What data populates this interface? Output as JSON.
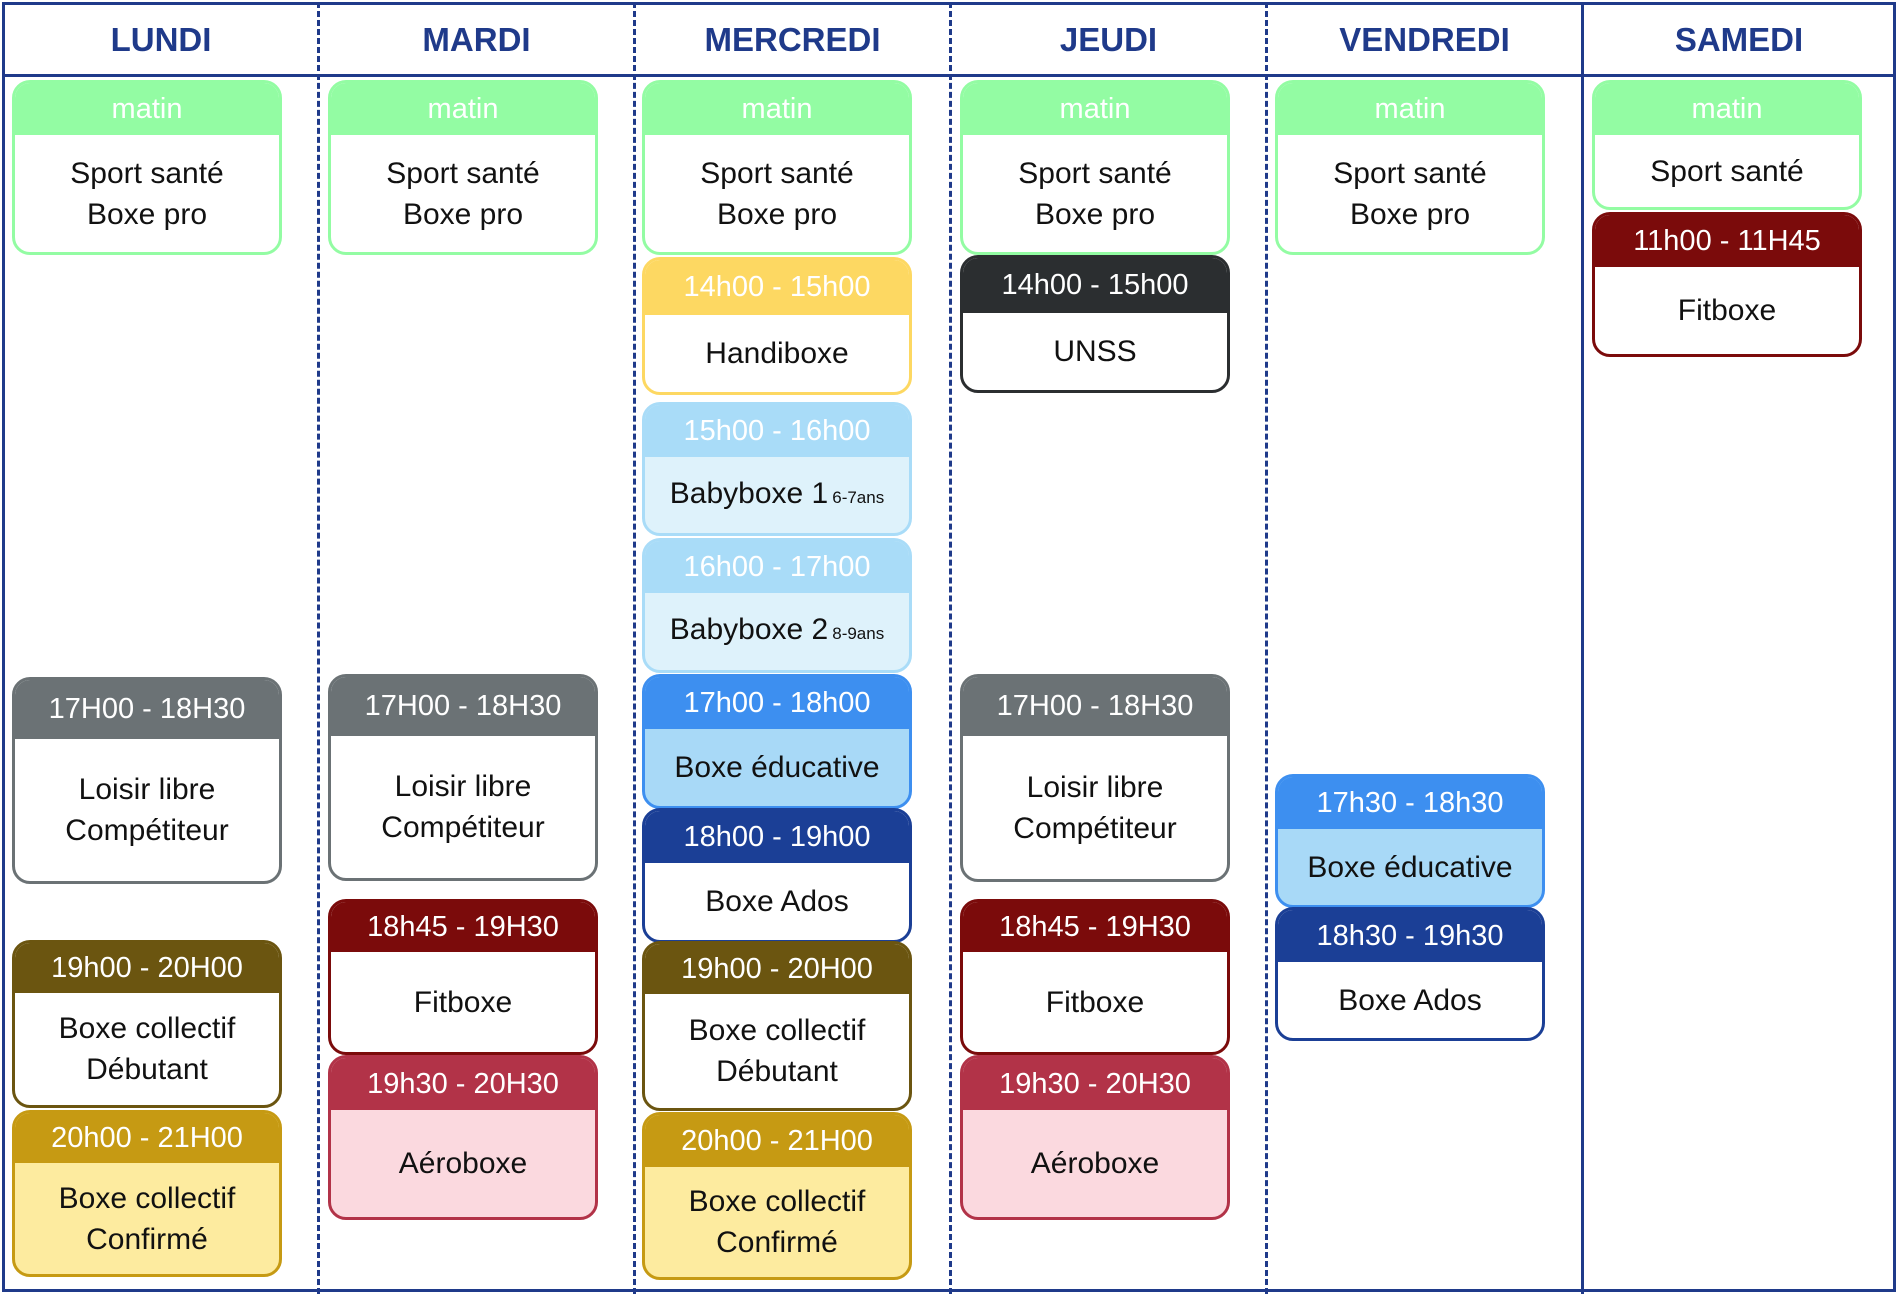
{
  "days": [
    "LUNDI",
    "MARDI",
    "MERCREDI",
    "JEUDI",
    "VENDREDI",
    "SAMEDI"
  ],
  "palette": {
    "border_blue": "#1f3a8a",
    "matin": {
      "head": "#93fca3",
      "body": "#ffffff",
      "border": "#93fca3"
    },
    "grey": {
      "head": "#6b7275",
      "body": "#ffffff",
      "border": "#6b7275"
    },
    "olive": {
      "head": "#6b5510",
      "body": "#ffffff",
      "border": "#6b5510"
    },
    "gold": {
      "head": "#c69a13",
      "body": "#fdeb9f",
      "border": "#c69a13"
    },
    "darkred": {
      "head": "#7b0b0b",
      "body": "#ffffff",
      "border": "#7b0b0b"
    },
    "rose": {
      "head": "#b23348",
      "body": "#fbd9df",
      "border": "#b23348"
    },
    "yellow": {
      "head": "#fdd862",
      "body": "#ffffff",
      "border": "#fdd862"
    },
    "lightblue": {
      "head": "#a9dcf8",
      "body": "#def2fb",
      "border": "#a9dcf8"
    },
    "blue": {
      "head": "#3d8ff0",
      "body": "#a8d9f7",
      "border": "#3d8ff0"
    },
    "navy": {
      "head": "#1b3f96",
      "body": "#ffffff",
      "border": "#1b3f96"
    },
    "black": {
      "head": "#2b2e30",
      "body": "#ffffff",
      "border": "#2b2e30"
    }
  },
  "sessions": [
    {
      "day": "LUNDI",
      "color": "matin",
      "time": "matin",
      "lines": [
        "Sport santé",
        "Boxe pro"
      ]
    },
    {
      "day": "LUNDI",
      "color": "grey",
      "time": "17H00 - 18H30",
      "lines": [
        "Loisir libre",
        "Compétiteur"
      ]
    },
    {
      "day": "LUNDI",
      "color": "olive",
      "time": "19h00 - 20H00",
      "lines": [
        "Boxe collectif",
        "Débutant"
      ]
    },
    {
      "day": "LUNDI",
      "color": "gold",
      "time": "20h00 - 21H00",
      "lines": [
        "Boxe collectif",
        "Confirmé"
      ]
    },
    {
      "day": "MARDI",
      "color": "matin",
      "time": "matin",
      "lines": [
        "Sport santé",
        "Boxe pro"
      ]
    },
    {
      "day": "MARDI",
      "color": "grey",
      "time": "17H00 - 18H30",
      "lines": [
        "Loisir libre",
        "Compétiteur"
      ]
    },
    {
      "day": "MARDI",
      "color": "darkred",
      "time": "18h45 - 19H30",
      "lines": [
        "Fitboxe"
      ]
    },
    {
      "day": "MARDI",
      "color": "rose",
      "time": "19h30 - 20H30",
      "lines": [
        "Aéroboxe"
      ]
    },
    {
      "day": "MERCREDI",
      "color": "matin",
      "time": "matin",
      "lines": [
        "Sport santé",
        "Boxe pro"
      ]
    },
    {
      "day": "MERCREDI",
      "color": "yellow",
      "time": "14h00 - 15h00",
      "lines": [
        "Handiboxe"
      ]
    },
    {
      "day": "MERCREDI",
      "color": "lightblue",
      "time": "15h00 - 16h00",
      "lines": [
        "Babyboxe 1"
      ],
      "note": "6-7ans"
    },
    {
      "day": "MERCREDI",
      "color": "lightblue",
      "time": "16h00 - 17h00",
      "lines": [
        "Babyboxe 2"
      ],
      "note": "8-9ans"
    },
    {
      "day": "MERCREDI",
      "color": "blue",
      "time": "17h00 - 18h00",
      "lines": [
        "Boxe éducative"
      ]
    },
    {
      "day": "MERCREDI",
      "color": "navy",
      "time": "18h00 - 19h00",
      "lines": [
        "Boxe Ados"
      ]
    },
    {
      "day": "MERCREDI",
      "color": "olive",
      "time": "19h00 - 20H00",
      "lines": [
        "Boxe collectif",
        "Débutant"
      ]
    },
    {
      "day": "MERCREDI",
      "color": "gold",
      "time": "20h00 - 21H00",
      "lines": [
        "Boxe collectif",
        "Confirmé"
      ]
    },
    {
      "day": "JEUDI",
      "color": "matin",
      "time": "matin",
      "lines": [
        "Sport santé",
        "Boxe pro"
      ]
    },
    {
      "day": "JEUDI",
      "color": "black",
      "time": "14h00 - 15h00",
      "lines": [
        "UNSS"
      ]
    },
    {
      "day": "JEUDI",
      "color": "grey",
      "time": "17H00 - 18H30",
      "lines": [
        "Loisir libre",
        "Compétiteur"
      ]
    },
    {
      "day": "JEUDI",
      "color": "darkred",
      "time": "18h45 - 19H30",
      "lines": [
        "Fitboxe"
      ]
    },
    {
      "day": "JEUDI",
      "color": "rose",
      "time": "19h30 - 20H30",
      "lines": [
        "Aéroboxe"
      ]
    },
    {
      "day": "VENDREDI",
      "color": "matin",
      "time": "matin",
      "lines": [
        "Sport santé",
        "Boxe pro"
      ]
    },
    {
      "day": "VENDREDI",
      "color": "blue",
      "time": "17h30 - 18h30",
      "lines": [
        "Boxe éducative"
      ]
    },
    {
      "day": "VENDREDI",
      "color": "navy",
      "time": "18h30 - 19h30",
      "lines": [
        "Boxe Ados"
      ]
    },
    {
      "day": "SAMEDI",
      "color": "matin",
      "time": "matin",
      "lines": [
        "Sport santé"
      ]
    },
    {
      "day": "SAMEDI",
      "color": "darkred",
      "time": "11h00 - 11H45",
      "lines": [
        "Fitboxe"
      ]
    }
  ]
}
